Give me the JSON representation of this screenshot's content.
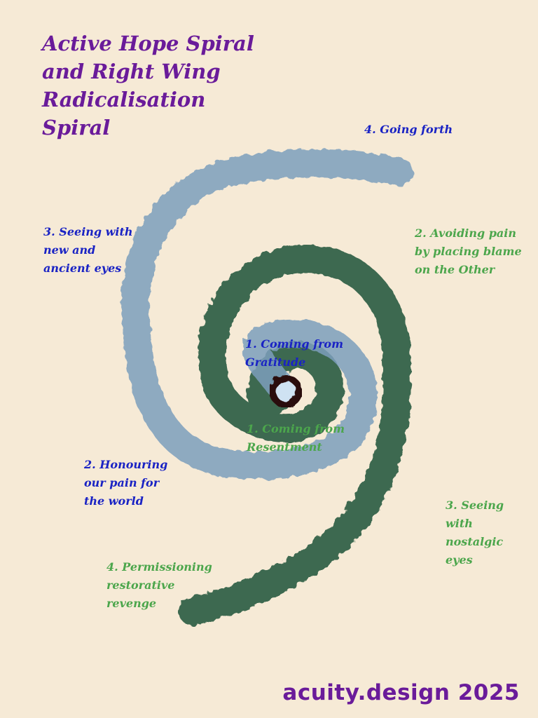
{
  "title": "Active Hope Spiral\nand Right Wing\nRadicalisation\nSpiral",
  "colors": {
    "background": "#f6ead6",
    "title": "#6a1b9a",
    "active_hope_text": "#1a23c4",
    "radicalisation_text": "#4ca64c",
    "active_hope_stroke": "#7d9fbd",
    "radicalisation_stroke": "#2f5e44",
    "center_ring": "#2a0f0f",
    "footer": "#6a1b9a"
  },
  "active_hope_labels": [
    "1. Coming from\nGratitude",
    "2. Honouring\nour pain for\nthe world",
    "3. Seeing with\nnew and\nancient eyes",
    "4. Going forth"
  ],
  "radicalisation_labels": [
    "1. Coming from\nResentment",
    "2. Avoiding pain\nby placing blame\non the Other",
    "3. Seeing\nwith\nnostalgic\neyes",
    "4. Permissioning\nrestorative\nrevenge"
  ],
  "footer": "acuity.design 2025"
}
